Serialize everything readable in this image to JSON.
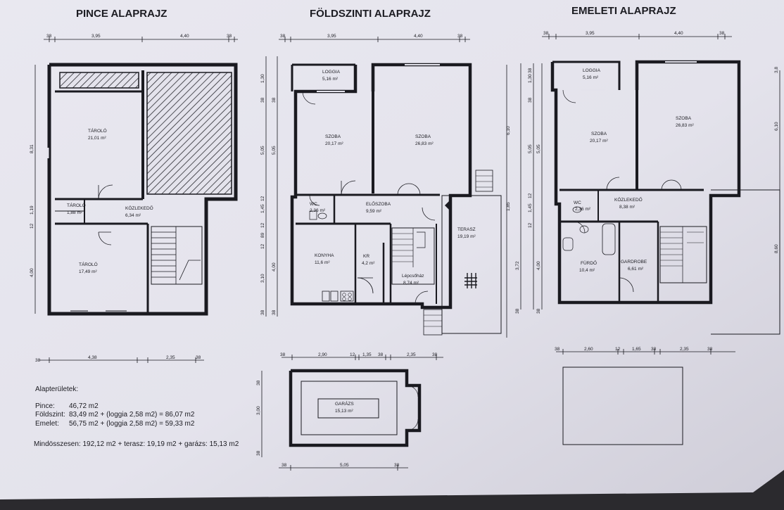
{
  "titles": {
    "basement": "PINCE ALAPRAJZ",
    "ground": "FÖLDSZINTI ALAPRAJZ",
    "upper": "EMELETI ALAPRAJZ"
  },
  "basement": {
    "top_dims": [
      "38",
      "3,95",
      "4,40",
      "38"
    ],
    "bottom_dims": [
      "38",
      "4,38",
      "2,35",
      "38"
    ],
    "side_dims": [
      "8,31",
      "1,19",
      "12",
      "4,00"
    ],
    "rooms": [
      {
        "label": "TÁROLÓ",
        "area": "21,01 m²"
      },
      {
        "label": "TÁROLÓ",
        "area": "1,88 m²"
      },
      {
        "label": "KÖZLEKEDŐ",
        "area": "6,34 m²"
      },
      {
        "label": "TÁROLÓ",
        "area": "17,49 m²"
      }
    ]
  },
  "ground": {
    "top_dims": [
      "38",
      "3,95",
      "4,40",
      "38"
    ],
    "bottom_dims": [
      "38",
      "2,90",
      "12",
      "1,35",
      "38",
      "2,35",
      "38"
    ],
    "left_dims": [
      "1,30",
      "38",
      "5,05",
      "12",
      "1,45",
      "12",
      "89",
      "12",
      "3,10",
      "38"
    ],
    "left_dims_outer": [
      "38",
      "5,05",
      "4,00",
      "38"
    ],
    "rooms": [
      {
        "label": "LOGGIA",
        "area": "5,16 m²"
      },
      {
        "label": "SZOBA",
        "area": "20,17 m²"
      },
      {
        "label": "SZOBA",
        "area": "26,83 m²"
      },
      {
        "label": "WC",
        "area": "2,36 m²"
      },
      {
        "label": "ELŐSZOBA",
        "area": "9,59 m²"
      },
      {
        "label": "TERASZ",
        "area": "19,19 m²"
      },
      {
        "label": "KONYHA",
        "area": "11,6 m²"
      },
      {
        "label": "KR",
        "area": "4,2 m²"
      },
      {
        "label": "Lépcsőház",
        "area": "8,74 m²"
      }
    ],
    "garage": {
      "label": "GARÁZS",
      "area": "15,13 m²",
      "side_dims": [
        "38",
        "3,00",
        "38"
      ],
      "bottom_dims": [
        "38",
        "5,05",
        "38"
      ]
    }
  },
  "upper": {
    "top_dims": [
      "38",
      "3,95",
      "4,40",
      "38"
    ],
    "bottom_dims": [
      "38",
      "2,60",
      "12",
      "1,65",
      "38",
      "2,35",
      "38"
    ],
    "left_dims": [
      "38",
      "1,30",
      "38",
      "5,05",
      "12",
      "1,45",
      "12",
      "3,72",
      "38"
    ],
    "left_dims_outer": [
      "6,10",
      "5,05",
      "1,85",
      "4,00",
      "38"
    ],
    "right_dims": [
      "3,8",
      "6,10",
      "8,60"
    ],
    "rooms": [
      {
        "label": "LOGGIA",
        "area": "5,16 m²"
      },
      {
        "label": "SZOBA",
        "area": "20,17 m²"
      },
      {
        "label": "SZOBA",
        "area": "26,83 m²"
      },
      {
        "label": "WC",
        "area": "2,36 m²"
      },
      {
        "label": "KÖZLEKEDŐ",
        "area": "8,38 m²"
      },
      {
        "label": "FÜRDŐ",
        "area": "10,4 m²"
      },
      {
        "label": "GARDROBE",
        "area": "6,61 m²"
      }
    ]
  },
  "summary": {
    "heading": "Alapterületek:",
    "rows": [
      {
        "label": "Pince:",
        "value": "46,72 m2"
      },
      {
        "label": "Földszint:",
        "value": "83,49 m2 + (loggia 2,58 m2) = 86,07 m2"
      },
      {
        "label": "Emelet:",
        "value": "56,75 m2 + (loggia 2,58 m2) = 59,33 m2"
      }
    ],
    "total": "Mindösszesen: 192,12 m2 + terasz: 19,19 m2 + garázs: 15,13 m2"
  }
}
